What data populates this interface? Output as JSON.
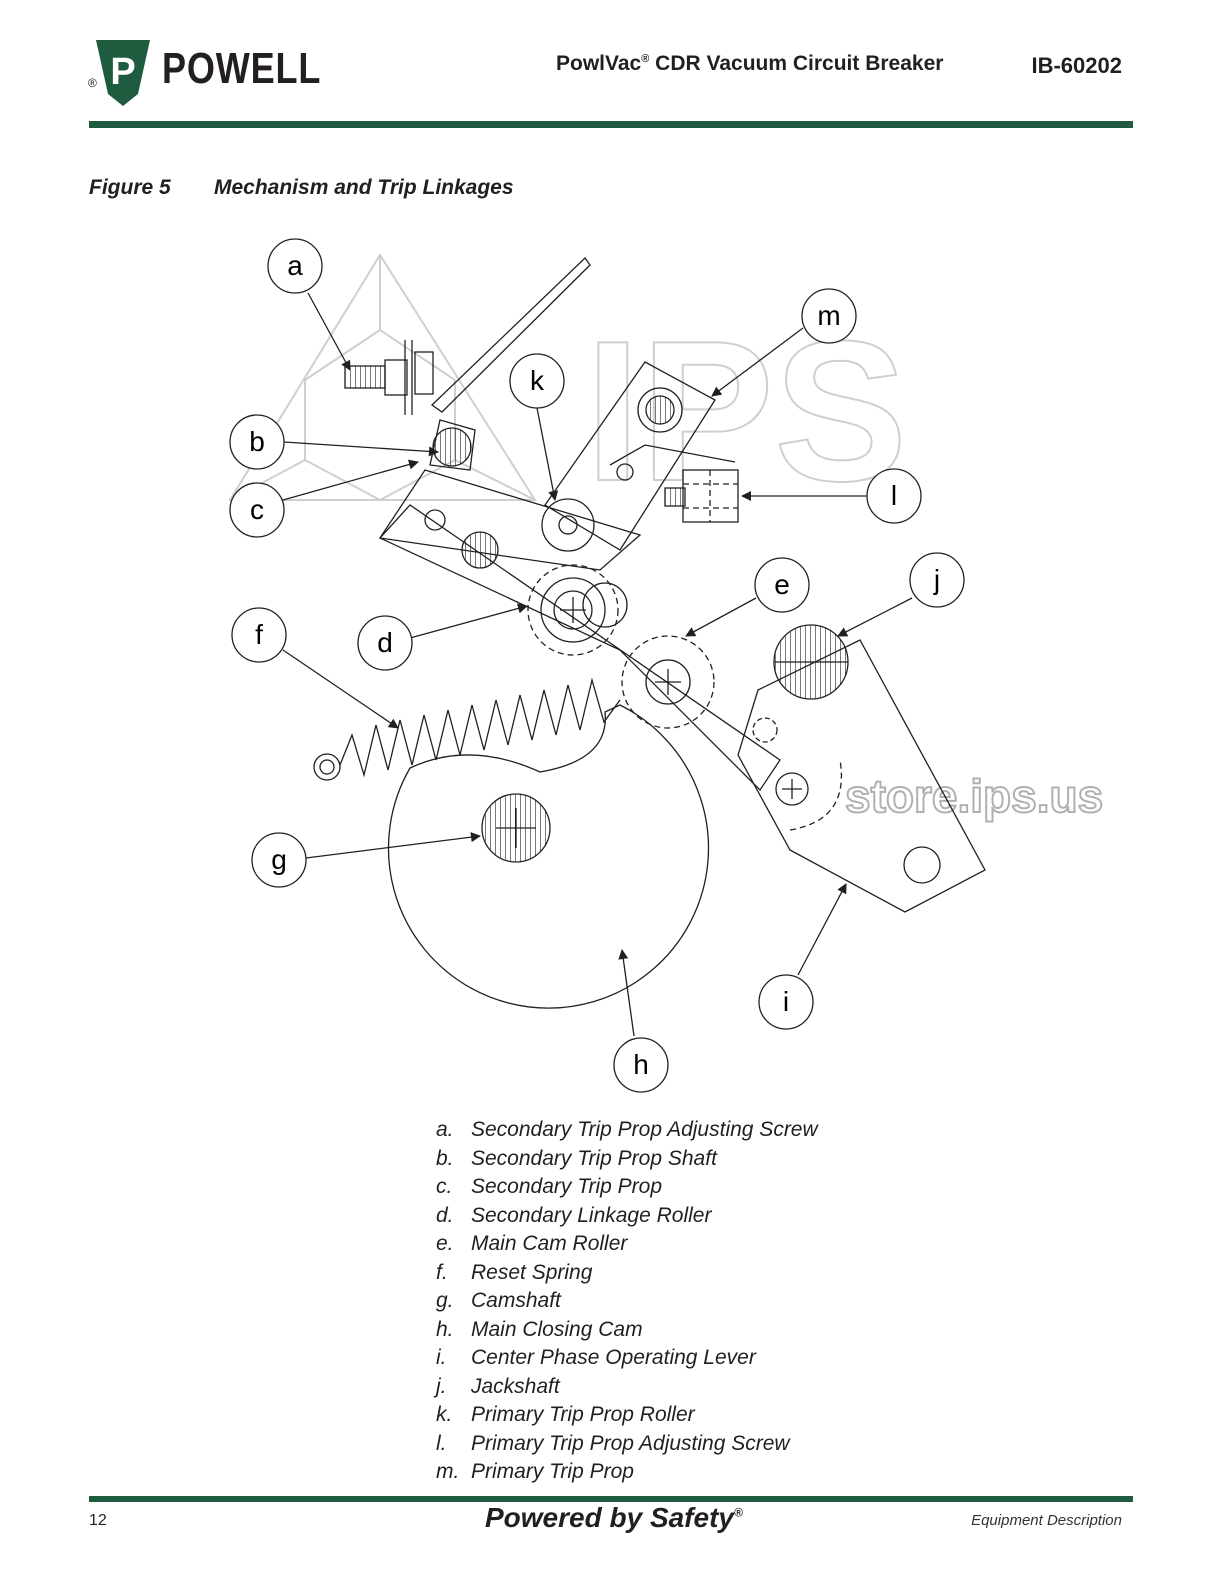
{
  "header": {
    "brand": "POWELL",
    "logo_letter": "P",
    "registered": "®",
    "title": "PowlVac",
    "title_reg": "®",
    "title_rest": " CDR Vacuum Circuit Breaker",
    "doc_number": "IB-60202"
  },
  "figure": {
    "number": "Figure 5",
    "title": "Mechanism and Trip Linkages",
    "callouts": [
      "a",
      "b",
      "c",
      "d",
      "e",
      "f",
      "g",
      "h",
      "i",
      "j",
      "k",
      "l",
      "m"
    ]
  },
  "watermark": {
    "logo_text": "IPS",
    "url_text": "store.ips.us"
  },
  "legend": [
    {
      "letter": "a.",
      "text": "Secondary Trip Prop Adjusting Screw"
    },
    {
      "letter": "b.",
      "text": "Secondary Trip Prop Shaft"
    },
    {
      "letter": "c.",
      "text": "Secondary Trip Prop"
    },
    {
      "letter": "d.",
      "text": "Secondary Linkage Roller"
    },
    {
      "letter": "e.",
      "text": "Main Cam Roller"
    },
    {
      "letter": "f.",
      "text": "Reset Spring"
    },
    {
      "letter": "g.",
      "text": "Camshaft"
    },
    {
      "letter": "h.",
      "text": "Main Closing Cam"
    },
    {
      "letter": "i.",
      "text": "Center Phase Operating Lever"
    },
    {
      "letter": "j.",
      "text": "Jackshaft"
    },
    {
      "letter": "k.",
      "text": "Primary Trip Prop Roller"
    },
    {
      "letter": "l.",
      "text": "Primary Trip Prop Adjusting Screw"
    },
    {
      "letter": "m.",
      "text": "Primary Trip Prop"
    }
  ],
  "footer": {
    "page_number": "12",
    "slogan": "Powered by Safety",
    "slogan_reg": "®",
    "section": "Equipment Description"
  },
  "colors": {
    "brand_green": "#1f5c3f",
    "text": "#231f20",
    "watermark": "#c8c8c8"
  }
}
